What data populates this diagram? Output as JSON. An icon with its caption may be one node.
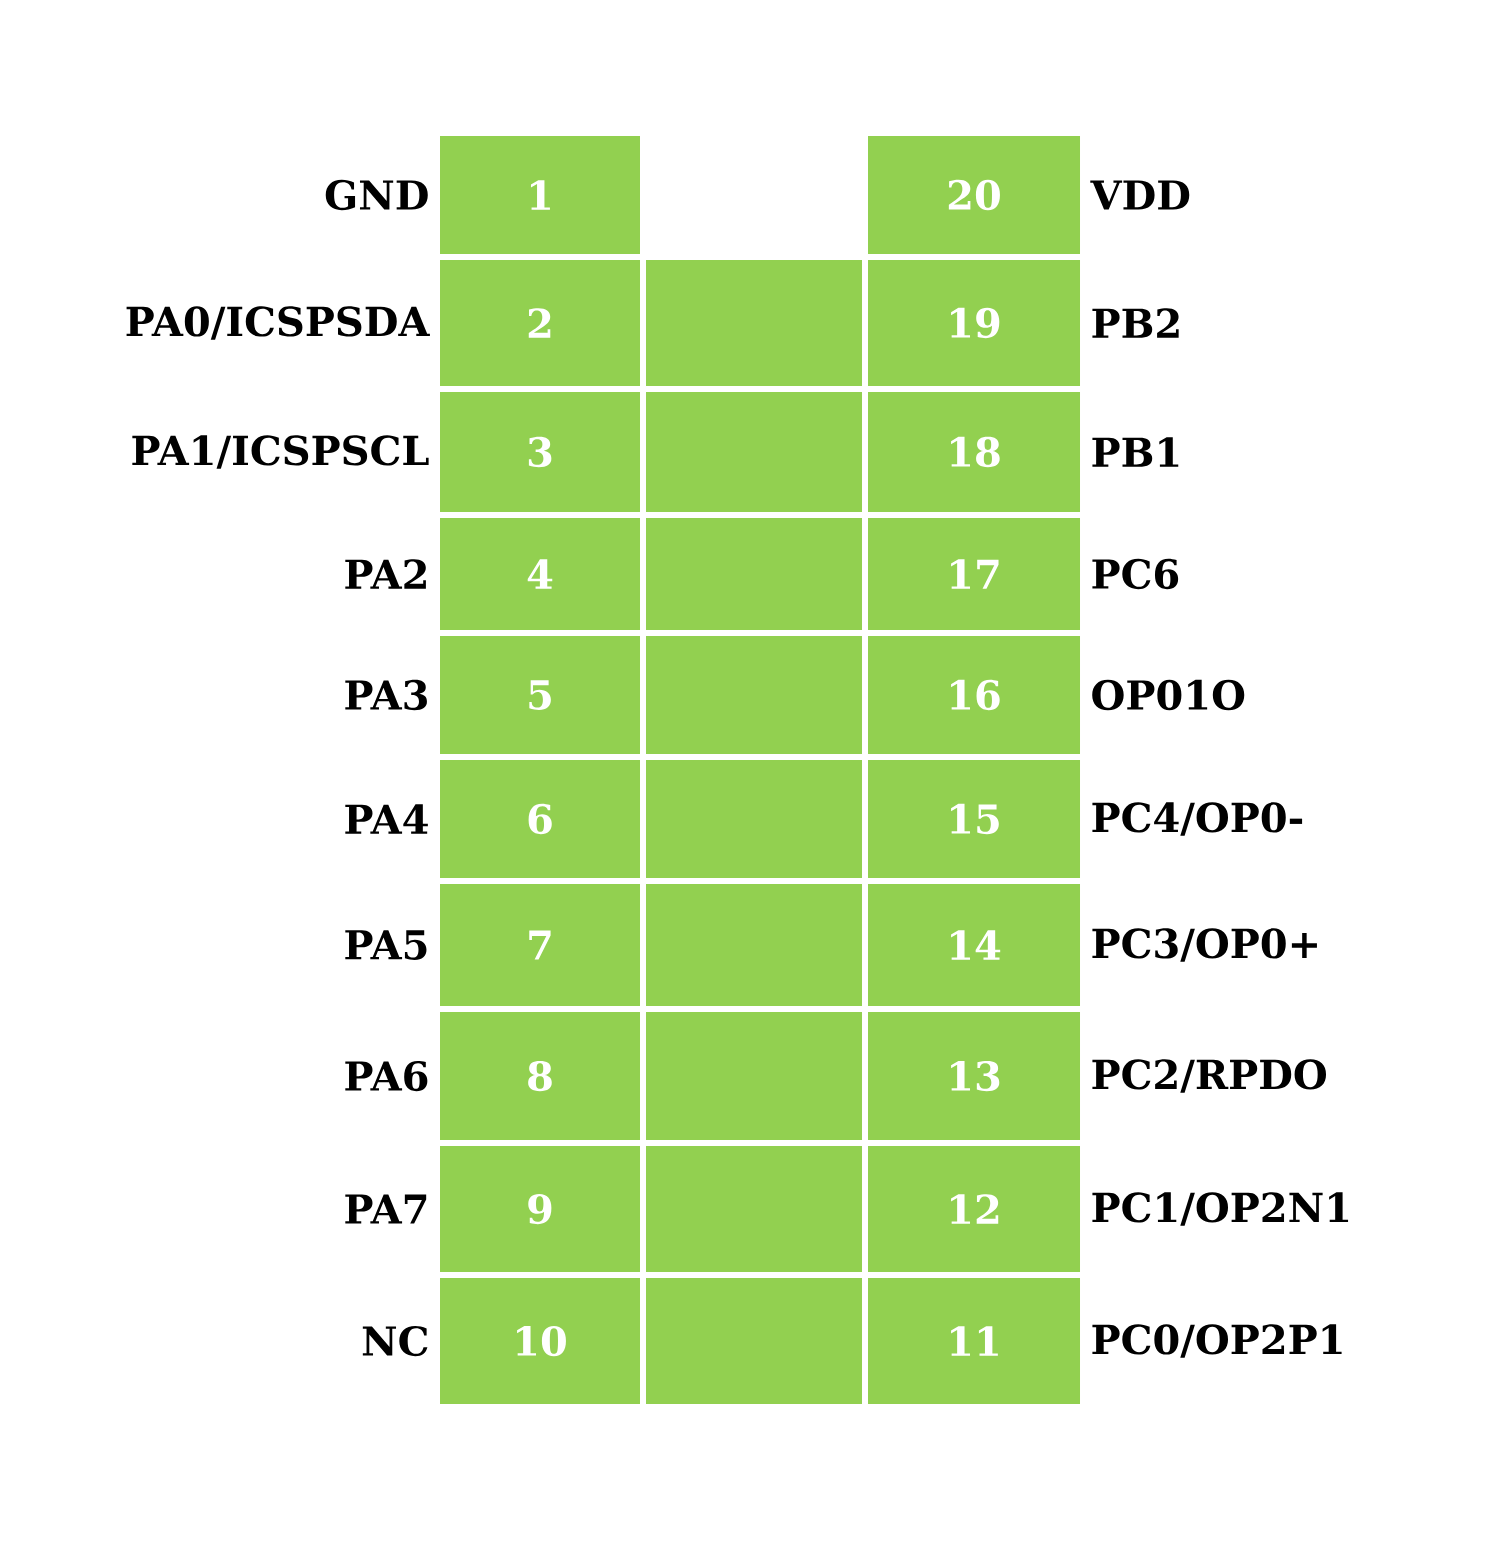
{
  "diagram": {
    "nodes": [
      {
        "text": [
          "1"
        ],
        "beside": [
          "GND"
        ]
      },
      {
        "text": [
          "20"
        ],
        "beside": [
          "VDD"
        ]
      },
      {
        "text": [
          "2"
        ],
        "beside": [
          "PA0/ICSPSDA"
        ]
      },
      {
        "text": [],
        "shape": "box"
      },
      {
        "text": [
          "19"
        ],
        "beside": [
          "PB2"
        ]
      },
      {
        "text": [
          "3"
        ],
        "beside": [
          "PA1/ICSPSCL"
        ]
      },
      {
        "text": [],
        "shape": "box"
      },
      {
        "text": [
          "18"
        ],
        "beside": [
          "PB1"
        ]
      },
      {
        "text": [
          "4"
        ],
        "beside": [
          "PA2"
        ]
      },
      {
        "text": [],
        "shape": "box"
      },
      {
        "text": [
          "17"
        ],
        "beside": [
          "PC6"
        ]
      },
      {
        "text": [
          "5"
        ],
        "beside": [
          "PA3"
        ]
      },
      {
        "text": [],
        "shape": "box"
      },
      {
        "text": [
          "16"
        ],
        "beside": [
          "OP01O"
        ]
      },
      {
        "text": [
          "6"
        ],
        "beside": [
          "PA4"
        ]
      },
      {
        "text": [],
        "shape": "box"
      },
      {
        "text": [
          "15"
        ],
        "beside": [
          "PC4/OP0-"
        ]
      },
      {
        "text": [
          "7"
        ],
        "beside": [
          "PA5"
        ]
      },
      {
        "text": [],
        "shape": "box"
      },
      {
        "text": [
          "14"
        ],
        "beside": [
          "PC3/OP0+"
        ]
      },
      {
        "text": [
          "8"
        ],
        "beside": [
          "PA6"
        ]
      },
      {
        "text": [],
        "shape": "box"
      },
      {
        "text": [
          "13"
        ],
        "beside": [
          "PC2/RPDO"
        ]
      },
      {
        "text": [
          "9"
        ],
        "beside": [
          "PA7"
        ]
      },
      {
        "text": [],
        "shape": "box"
      },
      {
        "text": [
          "12"
        ],
        "beside": [
          "PC1/OP2N1"
        ]
      },
      {
        "text": [
          "10"
        ],
        "beside": [
          "NC"
        ]
      },
      {
        "text": [],
        "shape": "box"
      },
      {
        "text": [
          "11"
        ],
        "beside": [
          "PC0/OP2P1"
        ]
      }
    ]
  }
}
